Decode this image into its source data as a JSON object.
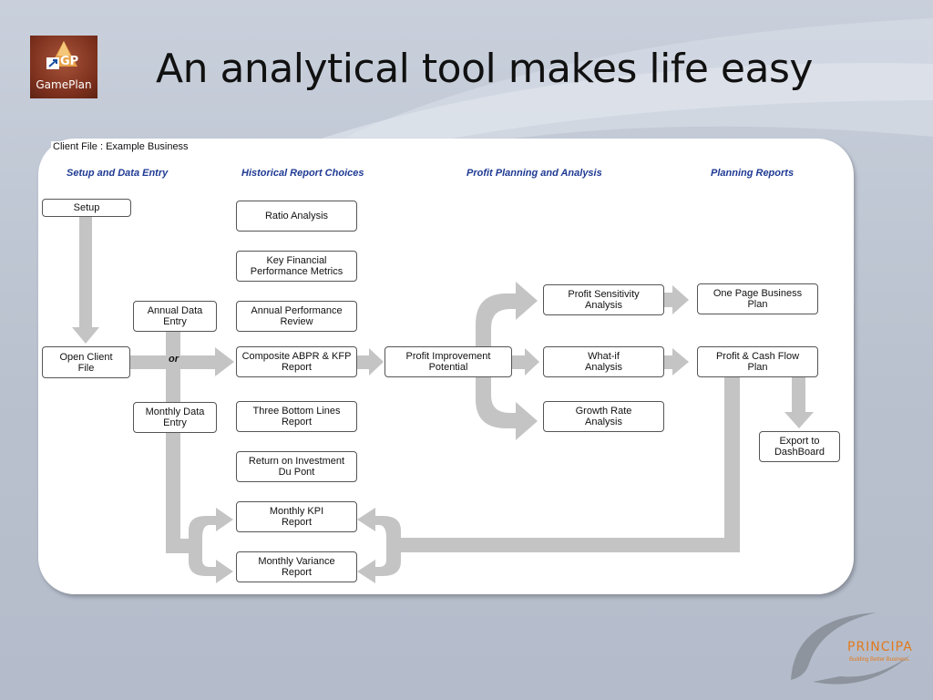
{
  "slide": {
    "title": "An analytical tool makes life easy"
  },
  "logo": {
    "badge": "GP",
    "label": "GamePlan"
  },
  "diagram": {
    "client_file": "Client File : Example Business",
    "sections": {
      "setup": "Setup and Data Entry",
      "historical": "Historical Report Choices",
      "profit": "Profit Planning and Analysis",
      "planning": "Planning Reports"
    },
    "boxes": {
      "setup": "Setup",
      "open_client_file": "Open Client\nFile",
      "annual_data_entry": "Annual Data\nEntry",
      "monthly_data_entry": "Monthly Data\nEntry",
      "or": "or",
      "ratio_analysis": "Ratio Analysis",
      "key_financial": "Key Financial\nPerformance Metrics",
      "annual_performance": "Annual Performance\nReview",
      "composite": "Composite ABPR & KFP\nReport",
      "three_bottom": "Three Bottom Lines\nReport",
      "roi": "Return on Investment\nDu Pont",
      "monthly_kpi": "Monthly KPI\nReport",
      "monthly_variance": "Monthly Variance\nReport",
      "profit_improvement": "Profit Improvement\nPotential",
      "profit_sensitivity": "Profit Sensitivity\nAnalysis",
      "what_if": "What-if\nAnalysis",
      "growth_rate": "Growth Rate\nAnalysis",
      "one_page": "One Page Business\nPlan",
      "profit_cash_flow": "Profit & Cash Flow\nPlan",
      "export": "Export to\nDashBoard"
    }
  },
  "brand": {
    "name": "PRINCIPA",
    "tagline": "Building Better Business."
  },
  "colors": {
    "title_text": "#111111",
    "section_heading": "#1f3a93",
    "arrow": "#c4c4c4",
    "brand_accent": "#e07a1e"
  }
}
